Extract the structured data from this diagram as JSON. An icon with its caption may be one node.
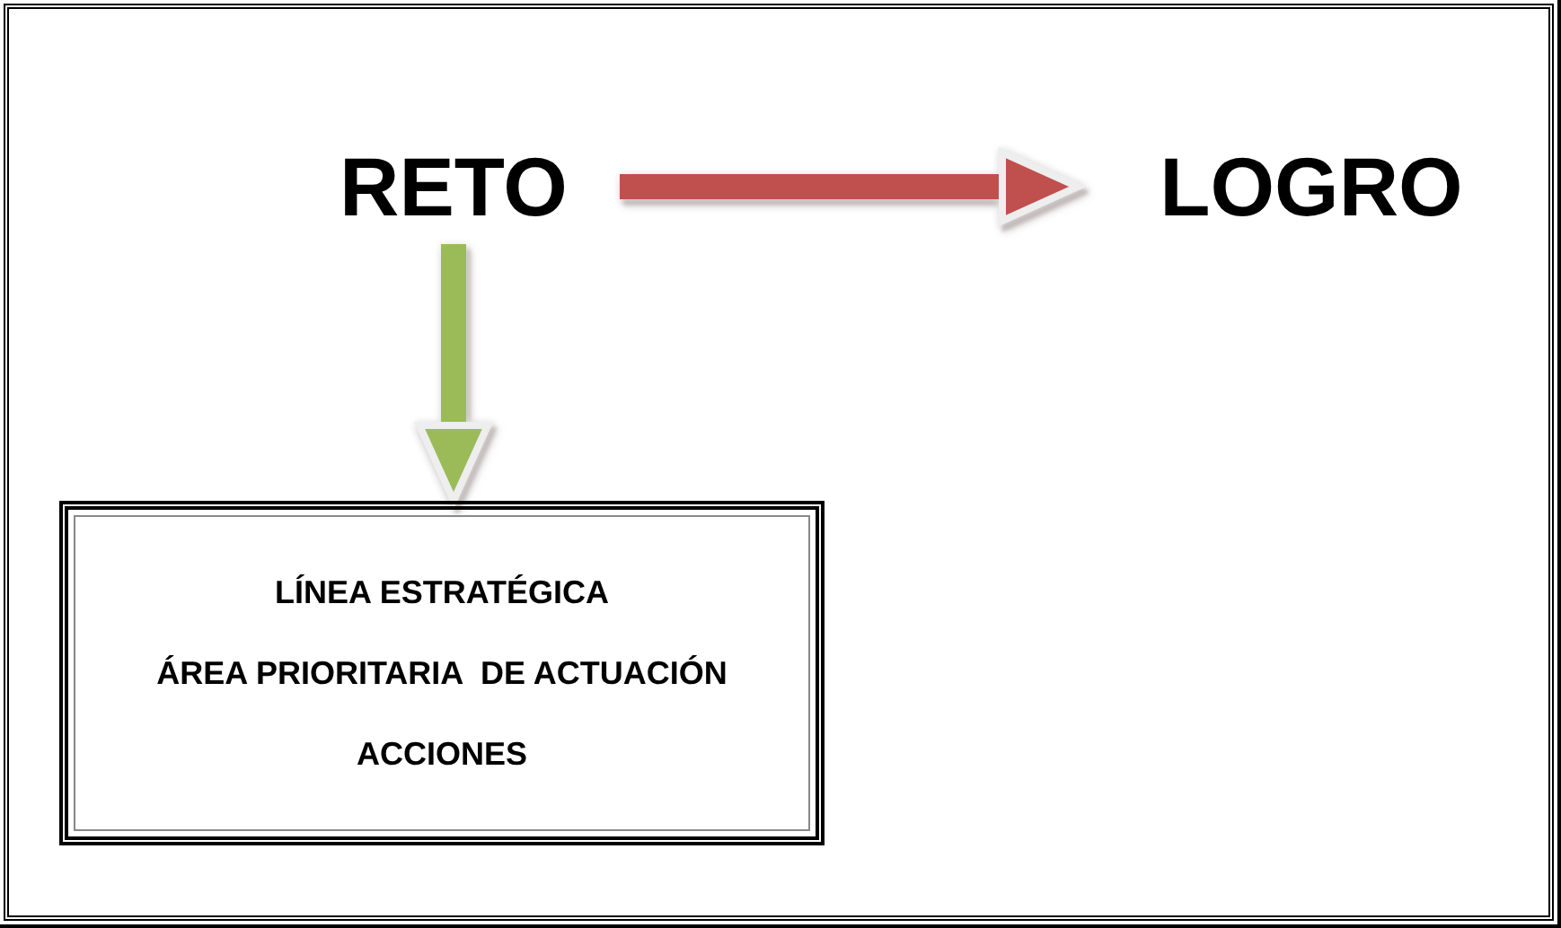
{
  "diagram": {
    "nodes": [
      {
        "text": [
          "RETO"
        ]
      },
      {
        "text": [
          "LOGRO"
        ]
      },
      {
        "text": [
          "LÍNEA ESTRATÉGICA",
          "ÁREA PRIORITARIA  DE ACTUACIÓN",
          "ACCIONES"
        ]
      }
    ],
    "edges": [
      {
        "from": 0,
        "to": 1,
        "arrow": "to",
        "color": "#c0504d"
      },
      {
        "from": 0,
        "to": 2,
        "arrow": "to",
        "color": "#9bbb59"
      }
    ]
  }
}
